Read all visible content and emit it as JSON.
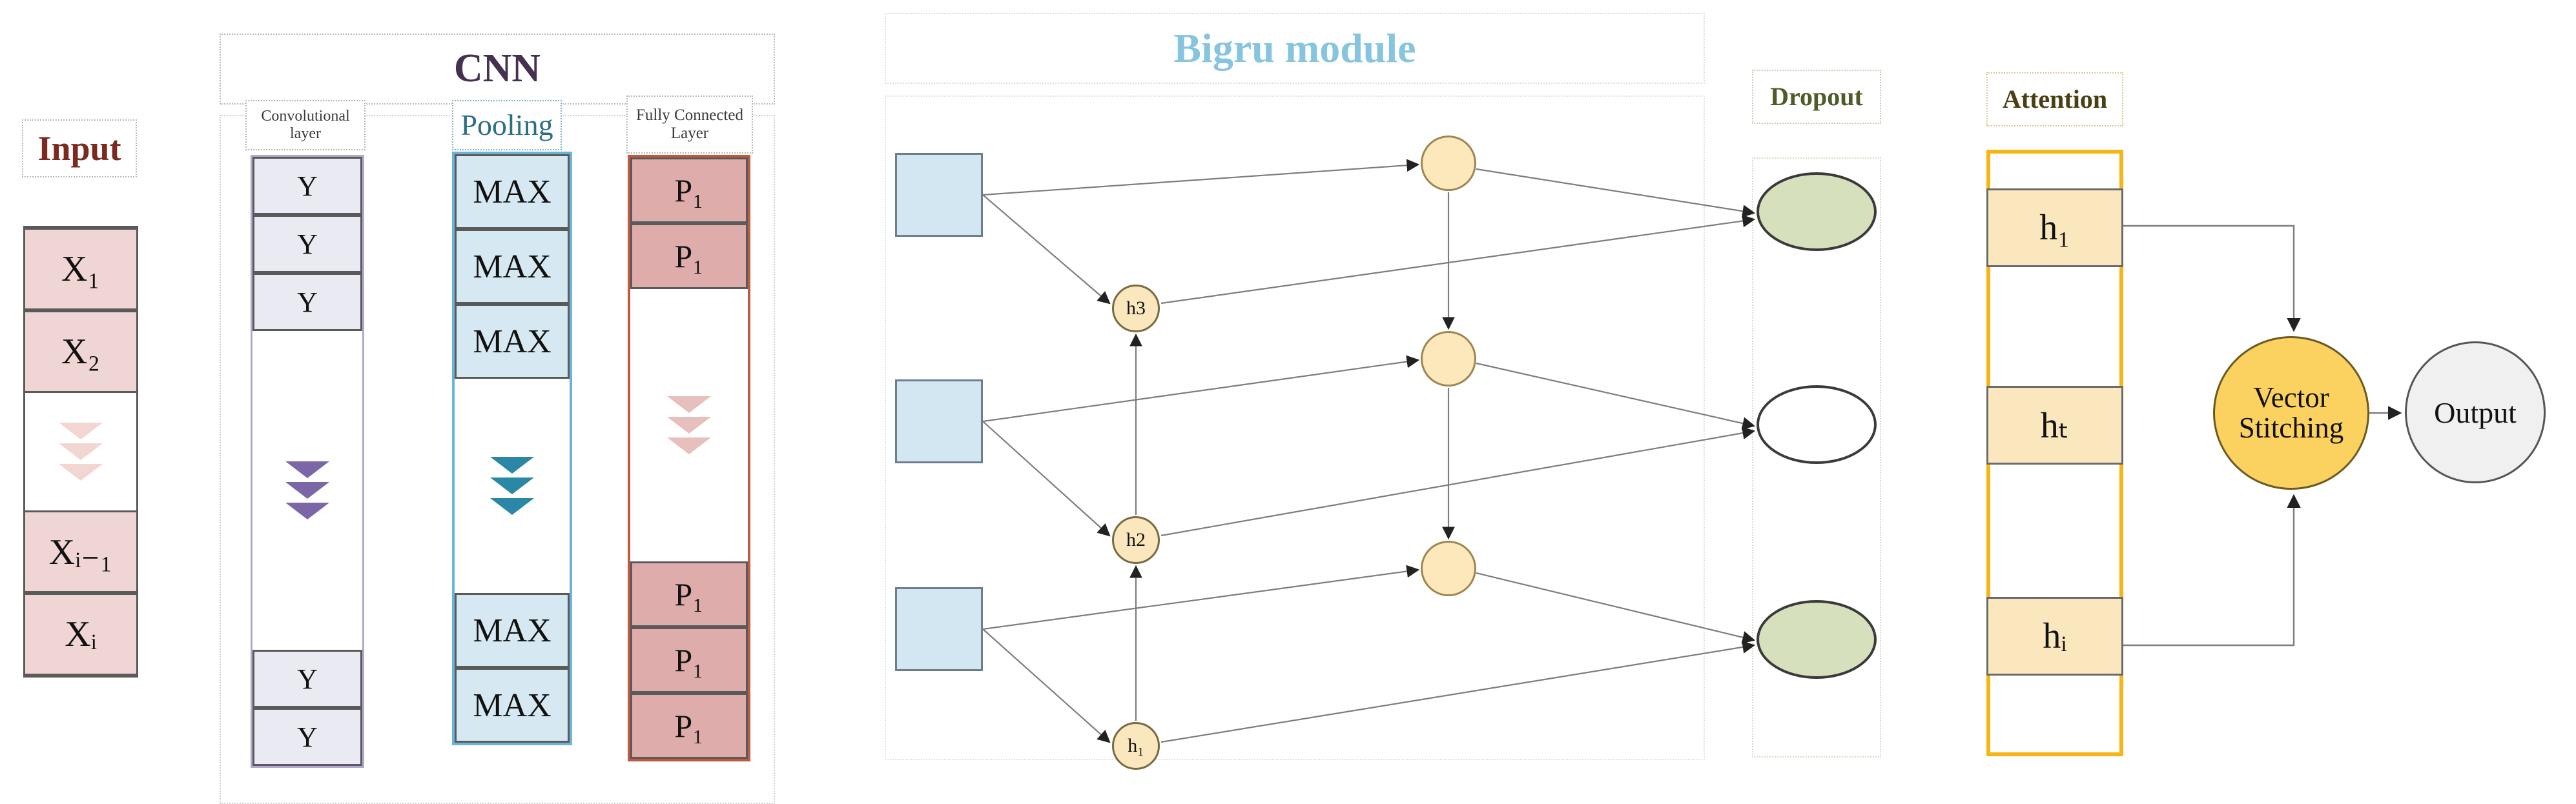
{
  "input": {
    "caption": "Input",
    "cells": [
      "X1",
      "X2",
      "Xi-1",
      "Xi"
    ],
    "cells_display": [
      "X₁",
      "X₂",
      "Xᵢ₋₁",
      "Xᵢ"
    ],
    "chevron_icon": "chevron-down-triple-icon",
    "chevron_color": "#f2d6d2",
    "fill_color": "#efd5d3",
    "text_color": "#7b2a21"
  },
  "cnn": {
    "title": "CNN",
    "title_color": "#46304f",
    "columns": [
      {
        "caption": "Convolutional layer",
        "caption_line1": "Convolutional",
        "caption_line2": "layer",
        "cells": [
          "Y",
          "Y",
          "Y",
          "Y",
          "Y"
        ],
        "chevron_icon": "chevron-down-triple-icon",
        "chevron_color": "#7b66a8",
        "border_color": "#b2a7d0",
        "fill_color": "#e9eaf2"
      },
      {
        "caption": "Pooling",
        "caption_color": "#2b6f86",
        "cells": [
          "MAX",
          "MAX",
          "MAX",
          "MAX",
          "MAX"
        ],
        "chevron_icon": "chevron-down-triple-icon",
        "chevron_color": "#2b87a6",
        "border_color": "#6ab4d8",
        "fill_color": "#d6e9f2"
      },
      {
        "caption": "Fully Connected Layer",
        "caption_line1": "Fully Connected",
        "caption_line2": "Layer",
        "cells": [
          "P1",
          "P1",
          "P1",
          "P1",
          "P1"
        ],
        "cells_display": [
          "P₁",
          "P₁",
          "P₁",
          "P₁",
          "P₁"
        ],
        "chevron_icon": "chevron-down-triple-icon",
        "chevron_color": "#e7bfbc",
        "border_color": "#c2593f",
        "fill_color": "#deacab"
      }
    ]
  },
  "bigru": {
    "title": "Bigru module",
    "title_color": "#86c4e0",
    "inputs": [
      "",
      "",
      ""
    ],
    "input_fill": "#d3e7f2",
    "hidden_nodes": [
      {
        "label": "h3",
        "display": "h3"
      },
      {
        "label": "h2",
        "display": "h2"
      },
      {
        "label": "h1",
        "display": "h₁"
      }
    ],
    "forward_nodes": [
      "",
      "",
      ""
    ],
    "node_fill": "#fbe7bd"
  },
  "dropout": {
    "caption": "Dropout",
    "caption_color": "#4e5c28",
    "nodes": [
      {
        "state": "active",
        "fill": "#d7e0bd"
      },
      {
        "state": "dropped",
        "fill": "#ffffff"
      },
      {
        "state": "active",
        "fill": "#d7e0bd"
      }
    ]
  },
  "attention": {
    "caption": "Attention",
    "caption_color": "#4a3f12",
    "border_color": "#f5b512",
    "cells": [
      {
        "label": "h1",
        "display": "h₁"
      },
      {
        "label": "ht",
        "display": "hₜ"
      },
      {
        "label": "hi",
        "display": "hᵢ"
      }
    ],
    "fill_color": "#fbe7bd"
  },
  "vector_stitching": {
    "line1": "Vector",
    "line2": "Stitching",
    "fill_color": "#fbd15f"
  },
  "output": {
    "label": "Output",
    "fill_color": "#f0f0f0"
  }
}
